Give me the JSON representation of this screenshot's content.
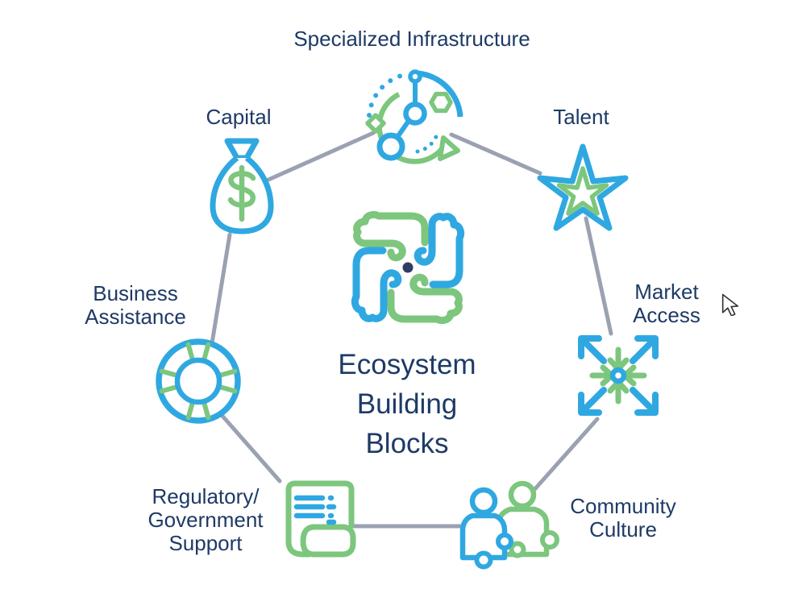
{
  "colors": {
    "icon_blue": "#2FA8E1",
    "icon_green": "#7CC67E",
    "label_navy": "#1E3A66",
    "connector_gray": "#9AA1B2",
    "center_dot_navy": "#2E3D63"
  },
  "diagram": {
    "center_title_lines": [
      "Ecosystem",
      "Building",
      "Blocks"
    ],
    "center_icon": "hands-teamwork-icon",
    "nodes": [
      {
        "id": "specialized-infrastructure",
        "icon": "network-infrastructure-icon",
        "lines": [
          "Specialized Infrastructure"
        ]
      },
      {
        "id": "capital",
        "icon": "money-bag-icon",
        "lines": [
          "Capital"
        ]
      },
      {
        "id": "talent",
        "icon": "star-icon",
        "lines": [
          "Talent"
        ]
      },
      {
        "id": "market-access",
        "icon": "converging-arrows-icon",
        "lines": [
          "Market",
          "Access"
        ]
      },
      {
        "id": "community-culture",
        "icon": "puzzle-people-icon",
        "lines": [
          "Community",
          "Culture"
        ]
      },
      {
        "id": "regulatory-government-support",
        "icon": "scroll-document-icon",
        "lines": [
          "Regulatory/",
          "Government",
          "Support"
        ]
      },
      {
        "id": "business-assistance",
        "icon": "lifebuoy-icon",
        "lines": [
          "Business",
          "Assistance"
        ]
      }
    ]
  }
}
